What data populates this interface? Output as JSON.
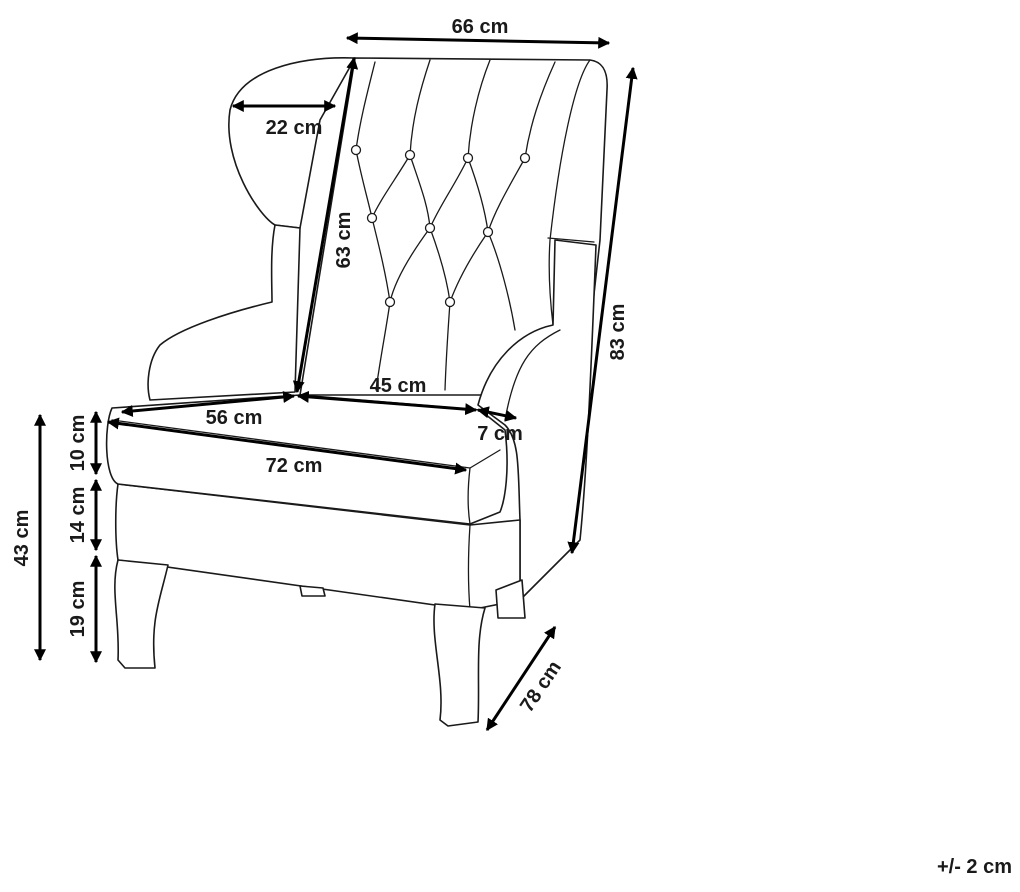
{
  "dimensions": {
    "top_width": "66 cm",
    "wing_width": "22 cm",
    "backrest_height": "63 cm",
    "total_height": "83 cm",
    "seat_width": "45 cm",
    "seat_depth": "56 cm",
    "arm_width": "7 cm",
    "cushion_length": "72 cm",
    "cushion_height": "10 cm",
    "base_height": "14 cm",
    "leg_height": "19 cm",
    "seat_height": "43 cm",
    "total_depth": "78 cm"
  },
  "tolerance": "+/- 2 cm"
}
